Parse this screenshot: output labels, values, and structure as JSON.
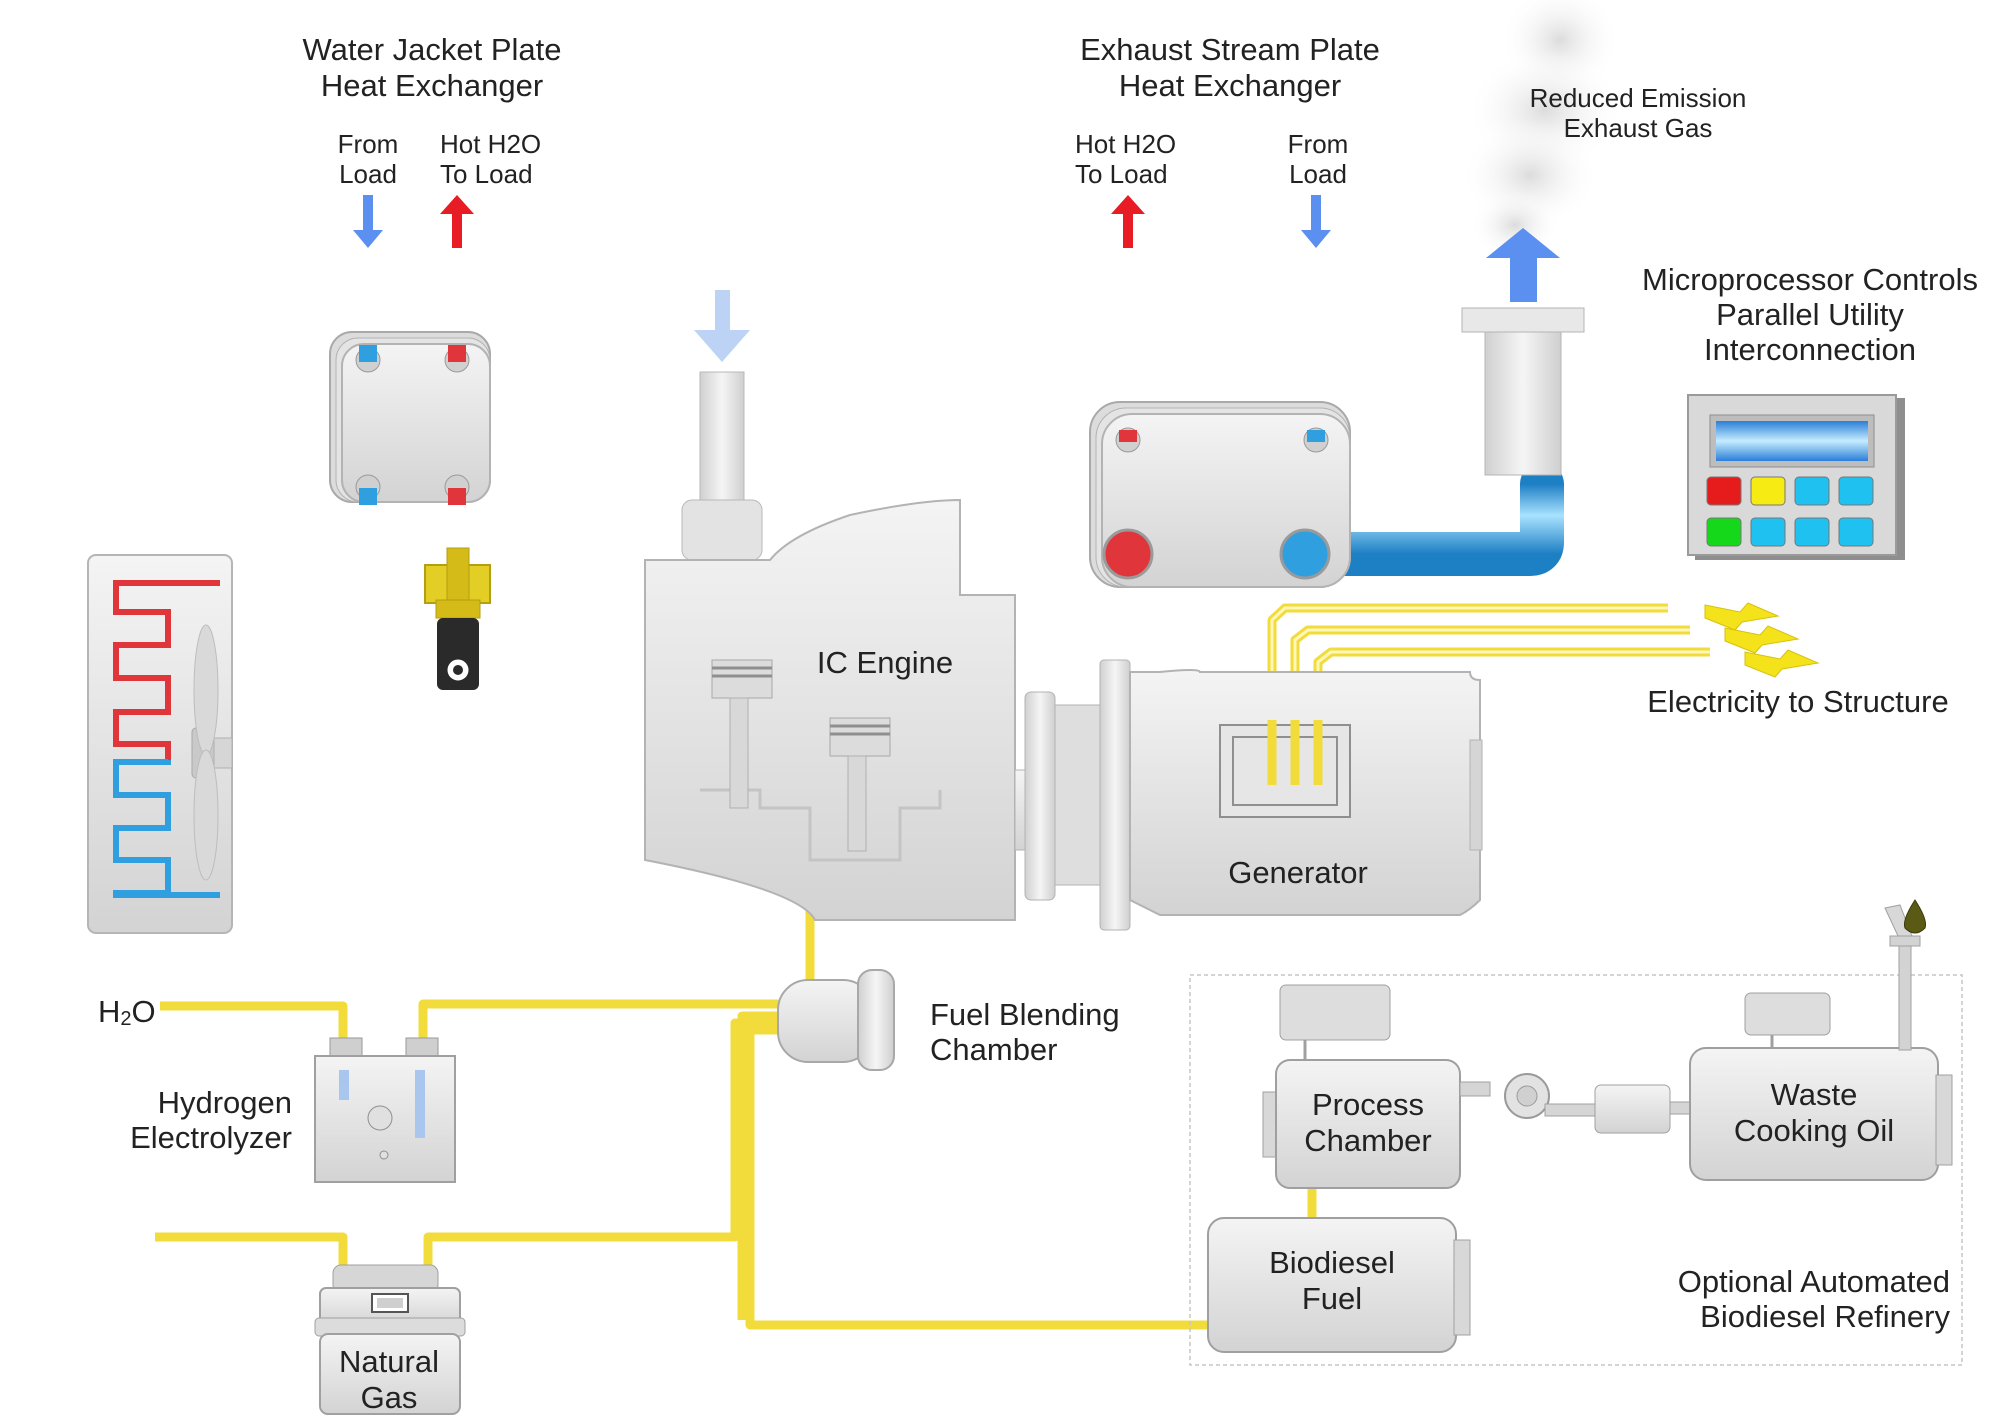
{
  "labels": {
    "water_jacket_title_1": "Water Jacket Plate",
    "water_jacket_title_2": "Heat Exchanger",
    "wj_from_load_1": "From",
    "wj_from_load_2": "Load",
    "wj_hot_1": "Hot H2O",
    "wj_hot_2": "To Load",
    "exhaust_title_1": "Exhaust Stream Plate",
    "exhaust_title_2": "Heat Exchanger",
    "ex_hot_1": "Hot H2O",
    "ex_hot_2": "To Load",
    "ex_from_load_1": "From",
    "ex_from_load_2": "Load",
    "emission_1": "Reduced Emission",
    "emission_2": "Exhaust Gas",
    "micro_1": "Microprocessor Controls",
    "micro_2": "Parallel Utility",
    "micro_3": "Interconnection",
    "ic_engine": "IC Engine",
    "generator": "Generator",
    "electricity": "Electricity to Structure",
    "h2o_prefix": "H",
    "h2o_sub": "2",
    "h2o_suffix": "O",
    "hydrogen_1": "Hydrogen",
    "hydrogen_2": "Electrolyzer",
    "fuel_blend_1": "Fuel Blending",
    "fuel_blend_2": "Chamber",
    "natural_gas_1": "Natural",
    "natural_gas_2": "Gas",
    "process_1": "Process",
    "process_2": "Chamber",
    "waste_oil_1": "Waste",
    "waste_oil_2": "Cooking Oil",
    "biodiesel_1": "Biodiesel",
    "biodiesel_2": "Fuel",
    "refinery_1": "Optional Automated",
    "refinery_2": "Biodiesel Refinery"
  },
  "colors": {
    "hot_pipe": "#e0353b",
    "cold_pipe": "#2f9fe0",
    "fuel_pipe": "#f3e04a",
    "equipment": "#e2e2e2",
    "arrow_blue": "#5b8ff0",
    "arrow_red": "#e81c24"
  }
}
